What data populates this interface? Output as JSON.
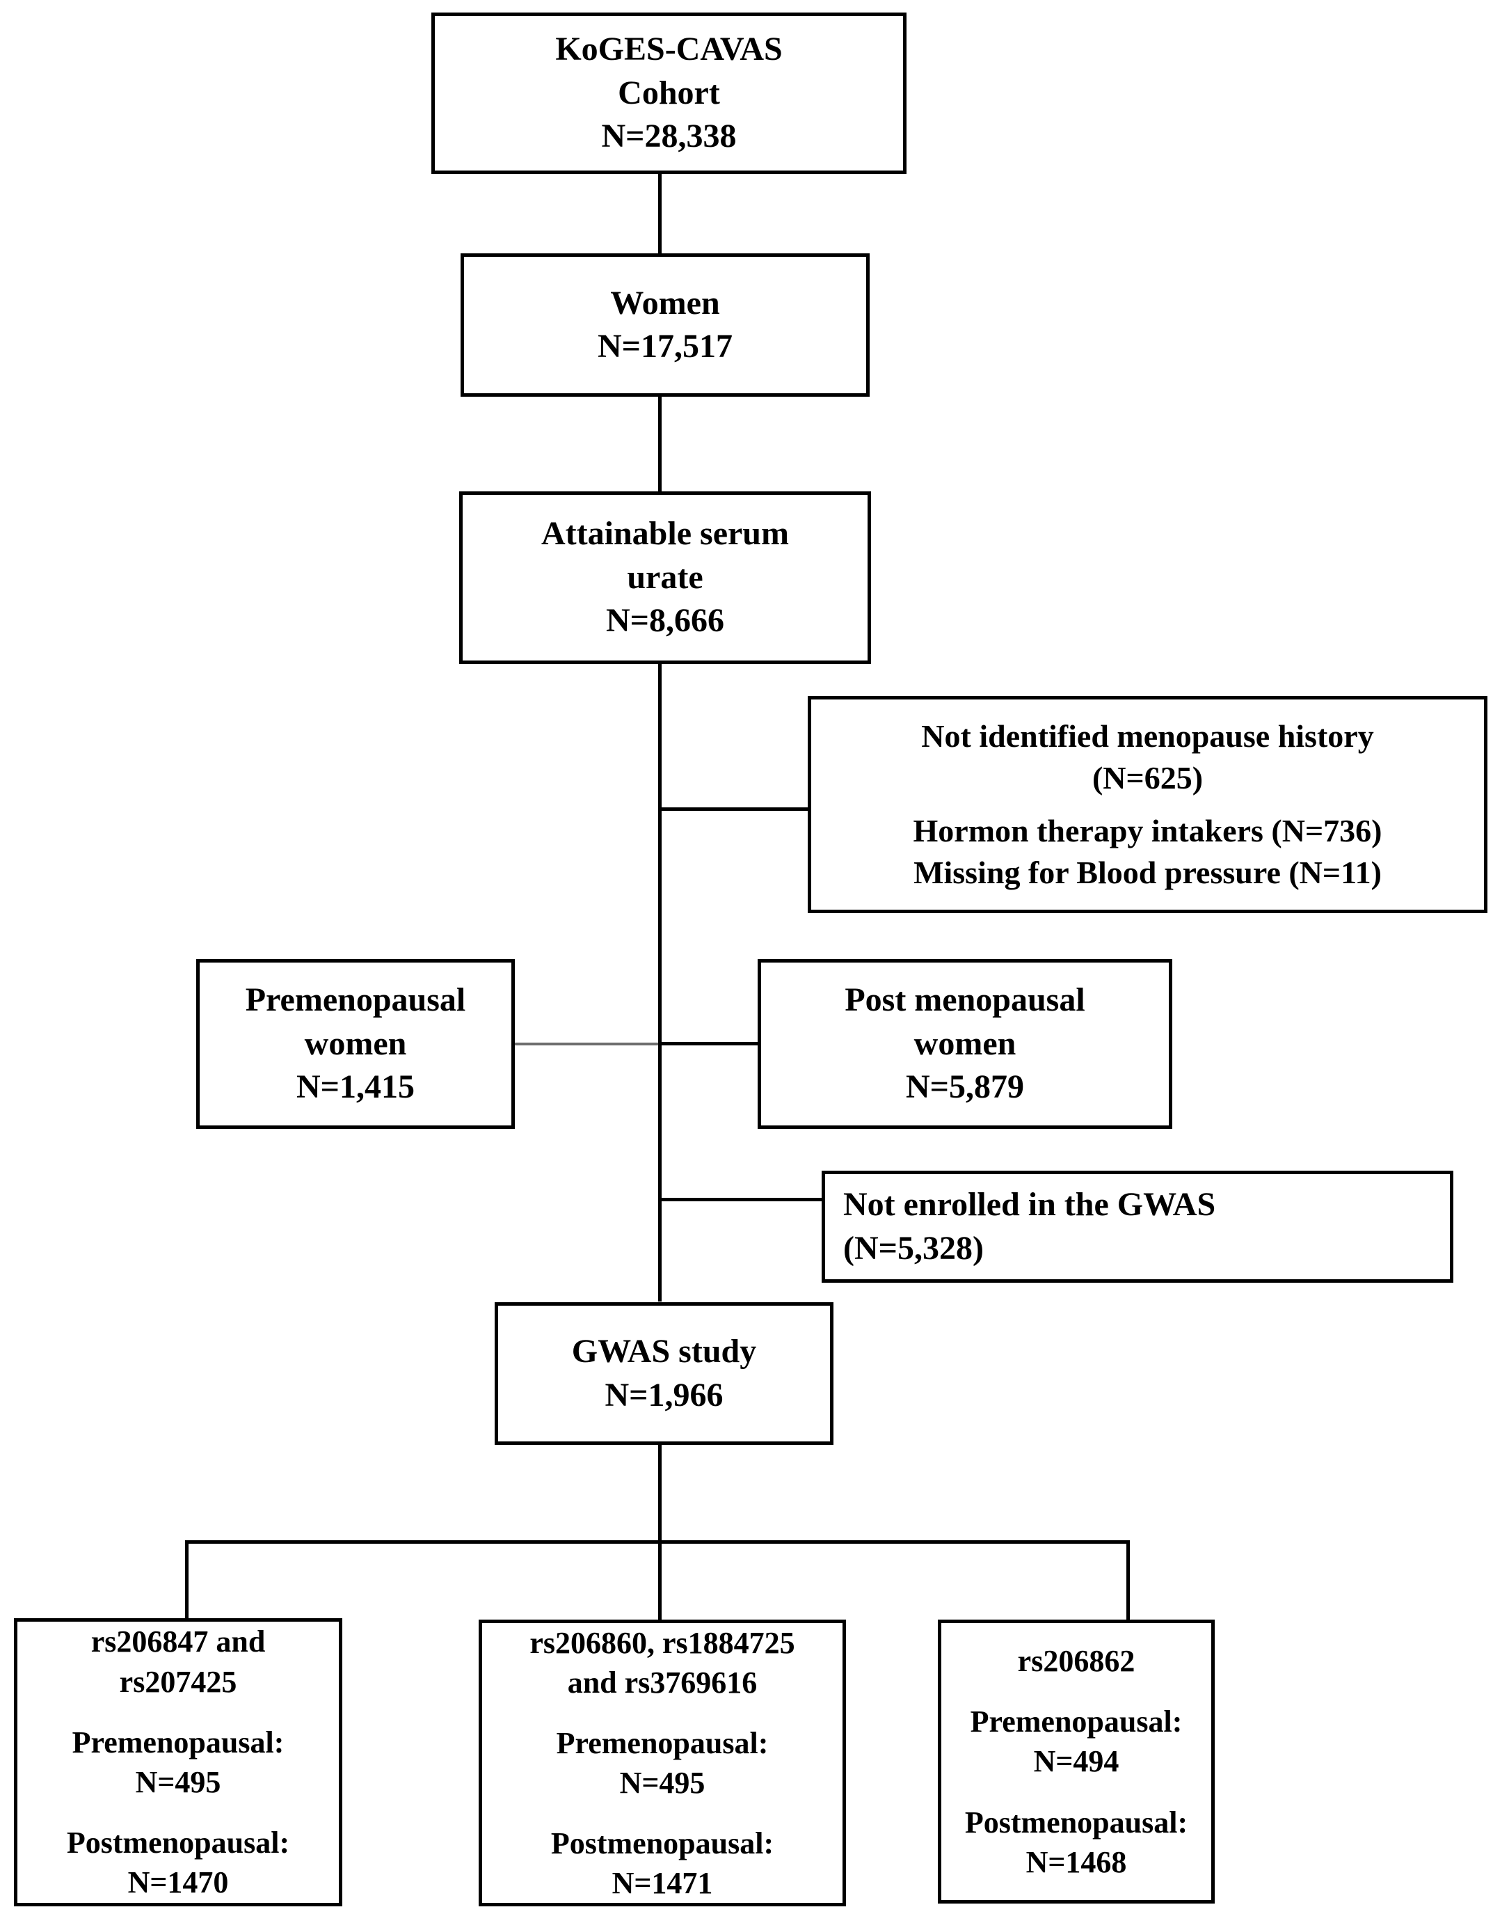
{
  "diagram": {
    "title": "KoGES-CAVAS study participant selection flowchart",
    "line_color": "#000000",
    "box_border_color": "#000000",
    "background": "#ffffff"
  },
  "nodes": {
    "cohort": {
      "lines": [
        "KoGES-CAVAS",
        "Cohort",
        "N=28,338"
      ],
      "l0": "KoGES-CAVAS",
      "l1": "Cohort",
      "l2": "N=28,338"
    },
    "women": {
      "l0": "Women",
      "l1": "N=17,517"
    },
    "serum_urate": {
      "l0": "Attainable serum",
      "l1": "urate",
      "l2": "N=8,666"
    },
    "exclusion_menopause": {
      "l0": "Not identified menopause history",
      "l1": "(N=625)",
      "l2": "Hormon therapy intakers (N=736)",
      "l3": "Missing for Blood pressure (N=11)"
    },
    "premenopausal": {
      "l0": "Premenopausal",
      "l1": "women",
      "l2": "N=1,415"
    },
    "postmenopausal": {
      "l0": "Post menopausal",
      "l1": "women",
      "l2": "N=5,879"
    },
    "exclusion_gwas": {
      "l0": "Not enrolled in the GWAS",
      "l1": "(N=5,328)"
    },
    "gwas_study": {
      "l0": "GWAS study",
      "l1": "N=1,966"
    },
    "snp_group_1": {
      "l0": "rs206847 and",
      "l1": "rs207425",
      "l2": "Premenopausal:",
      "l3": "N=495",
      "l4": "Postmenopausal:",
      "l5": "N=1470"
    },
    "snp_group_2": {
      "l0": "rs206860, rs1884725",
      "l1": "and rs3769616",
      "l2": "Premenopausal:",
      "l3": "N=495",
      "l4": "Postmenopausal:",
      "l5": "N=1471"
    },
    "snp_group_3": {
      "l0": "rs206862",
      "l1": "Premenopausal:",
      "l2": "N=494",
      "l3": "Postmenopausal:",
      "l4": "N=1468"
    }
  }
}
